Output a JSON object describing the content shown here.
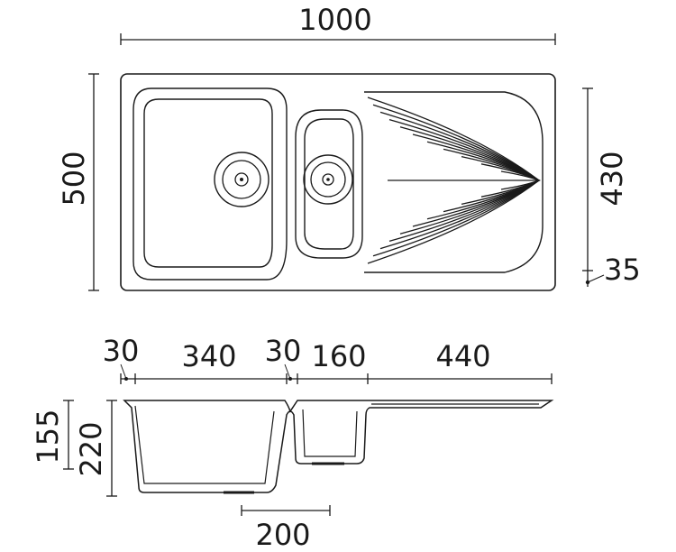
{
  "top_view": {
    "overall_width": "1000",
    "overall_depth": "500",
    "bowl_depth": "430",
    "rear_margin": "35"
  },
  "side_view": {
    "segments": [
      "30",
      "340",
      "30",
      "160",
      "440"
    ],
    "small_bowl_depth": "155",
    "main_bowl_depth": "220",
    "waste_width": "200"
  },
  "colors": {
    "ink": "#1a1a1a",
    "background": "#ffffff"
  }
}
